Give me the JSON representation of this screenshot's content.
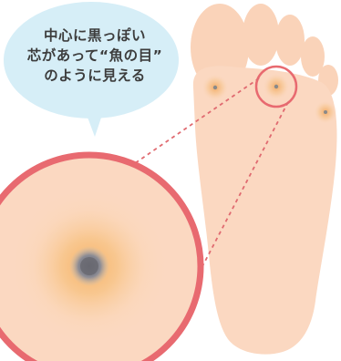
{
  "caption": {
    "line1": "中心に黒っぽい",
    "line2": "芯があって“魚の目”",
    "line3": "のように見える"
  },
  "colors": {
    "skin": "#fbd8c1",
    "skin_toe": "#fad3b9",
    "callus_glow": "#f7b77a",
    "callus_core": "#8a8a8a",
    "highlight_circle": "#e86a70",
    "dashed_line": "#e06a70",
    "speech_bubble": "#d6eef7"
  },
  "icons": [
    "foot-illustration",
    "corn-marker",
    "magnifier-circle",
    "speech-bubble"
  ]
}
